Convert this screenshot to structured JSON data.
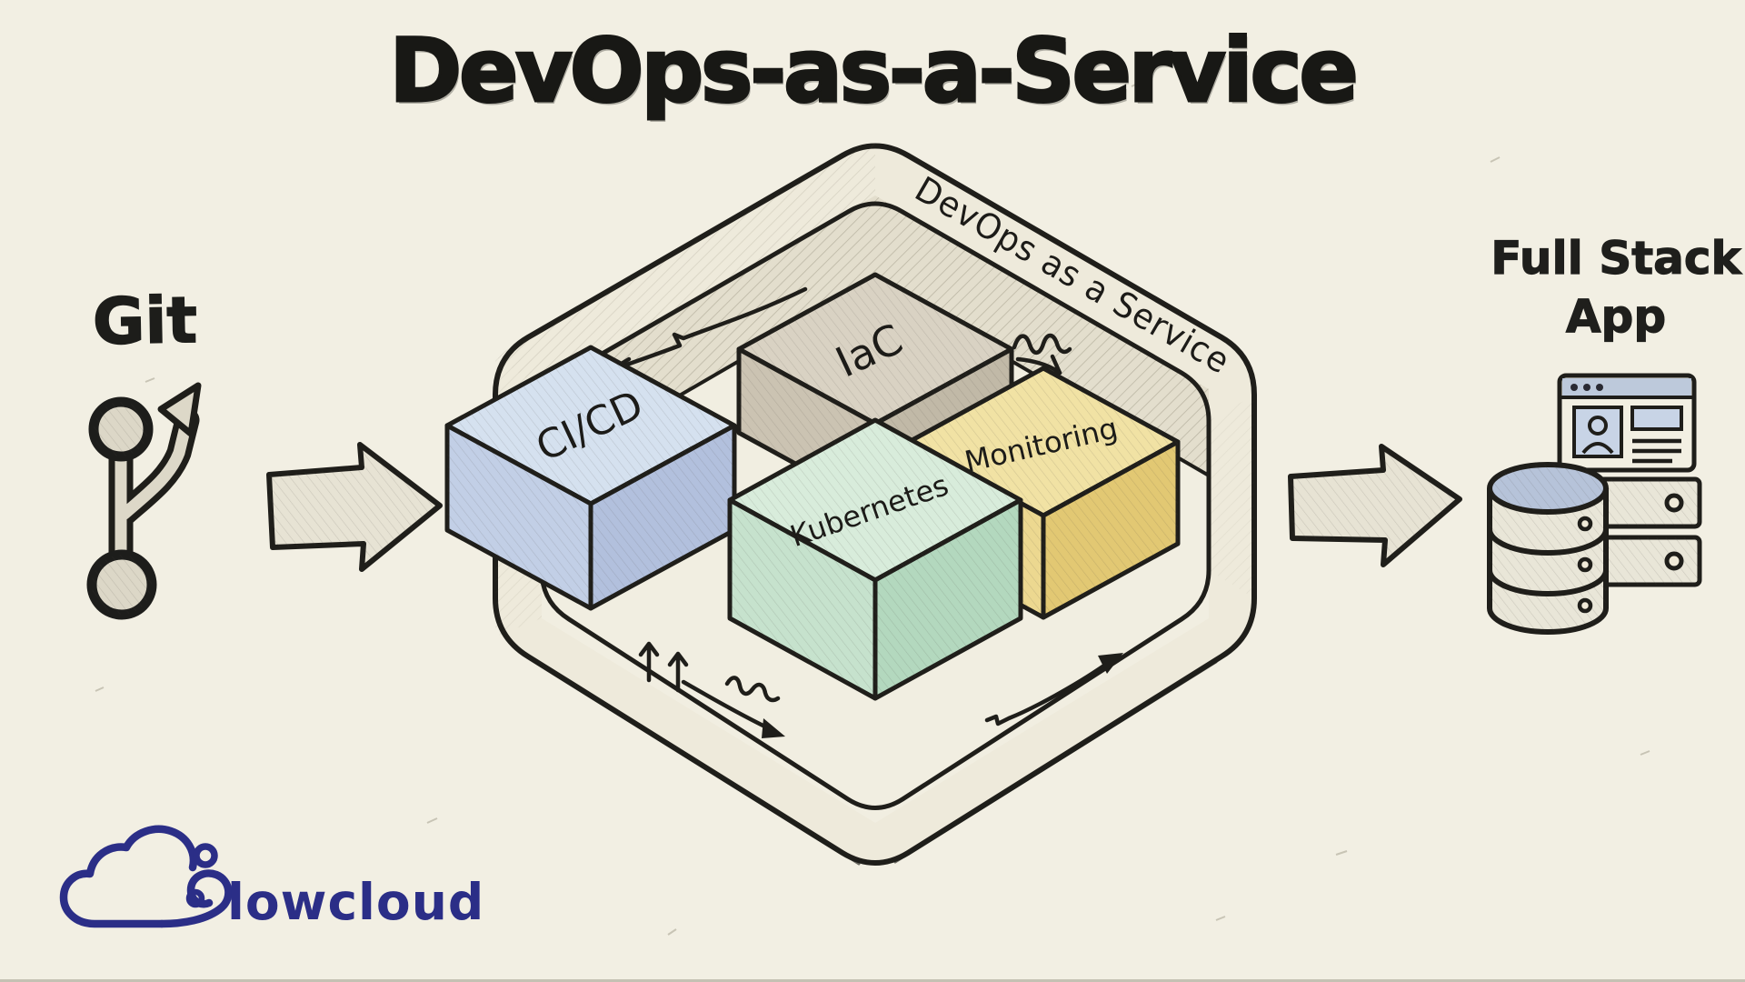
{
  "title": "DevOps-as-a-Service",
  "flow": {
    "source": {
      "label": "Git",
      "icon": "git-branch-icon"
    },
    "container": {
      "edge_label": "DevOps as a Service",
      "cubes": [
        {
          "label": "CI/CD",
          "color": "#bfcde4"
        },
        {
          "label": "IaC",
          "color": "#d2cbbc"
        },
        {
          "label": "Kubernetes",
          "color": "#c3e0ca"
        },
        {
          "label": "Monitoring",
          "color": "#eed995"
        }
      ]
    },
    "target": {
      "label_line1": "Full Stack",
      "label_line2": "App",
      "icons": [
        "browser-window-icon",
        "database-icon",
        "server-icon"
      ]
    }
  },
  "brand": {
    "name": "lowcloud",
    "color": "#2b2e87"
  },
  "colors": {
    "paper": "#f2efe3",
    "ink": "#1f1e1a"
  }
}
